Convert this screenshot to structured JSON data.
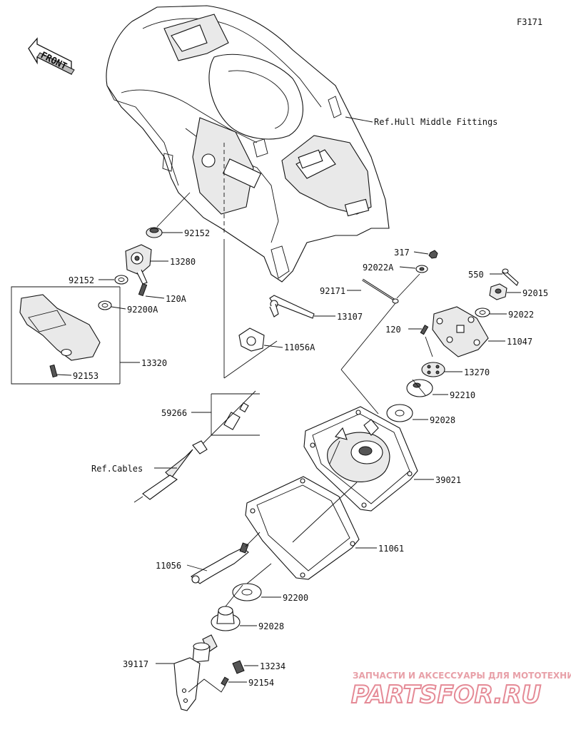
{
  "figure_code": "F3171",
  "front_label": "FRONT",
  "labels": {
    "ref_hull": "Ref.Hull Middle Fittings",
    "p92152_a": "92152",
    "p13280": "13280",
    "p92152_b": "92152",
    "p120A": "120A",
    "p92200A": "92200A",
    "p13320": "13320",
    "p92153": "92153",
    "p13107": "13107",
    "p11056A": "11056A",
    "p59266": "59266",
    "ref_cables": "Ref.Cables",
    "p317": "317",
    "p92022A": "92022A",
    "p92171": "92171",
    "p550": "550",
    "p92015": "92015",
    "p92022": "92022",
    "p120": "120",
    "p11047": "11047",
    "p13270": "13270",
    "p92210": "92210",
    "p92028_a": "92028",
    "p39021": "39021",
    "p11061": "11061",
    "p11056": "11056",
    "p92200": "92200",
    "p92028_b": "92028",
    "p39117": "39117",
    "p13234": "13234",
    "p92154": "92154"
  },
  "watermark": {
    "line1": "ЗАПЧАСТИ И АКСЕССУАРЫ ДЛЯ МОТОТЕХНИКИ",
    "line2": "PARTSFOR.RU"
  }
}
